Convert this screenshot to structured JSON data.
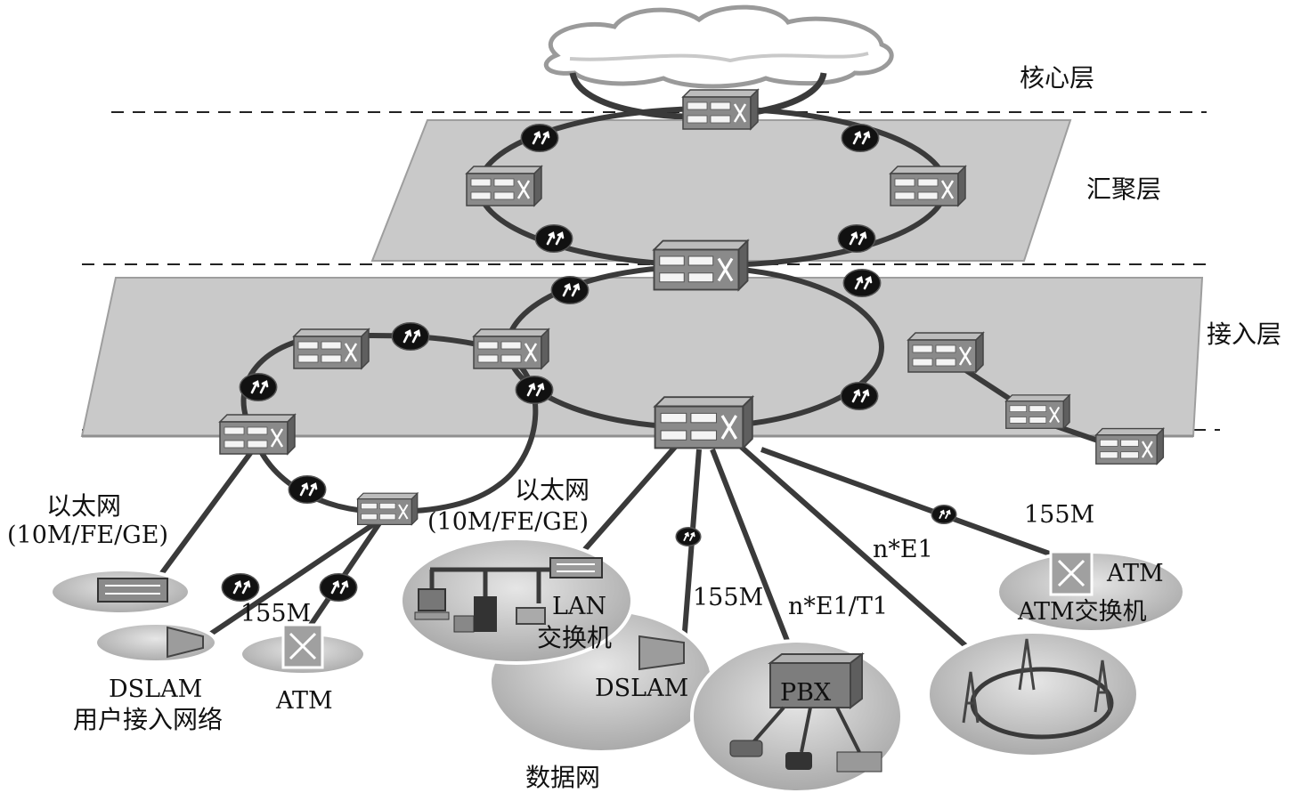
{
  "layers": {
    "core": "核心层",
    "aggregation": "汇聚层",
    "access": "接入层"
  },
  "labels": {
    "ethernet_left_cn": "以太网",
    "ethernet_left_en": "(10M/FE/GE)",
    "ethernet_mid_cn": "以太网",
    "ethernet_mid_en": "(10M/FE/GE)",
    "dslam_left": "DSLAM",
    "user_access_net": "用户接入网络",
    "atm_left": "ATM",
    "rate_155m_left": "155M",
    "lan_switch_1": "LAN",
    "lan_switch_2": "交换机",
    "dslam_mid": "DSLAM",
    "rate_155m_mid": "155M",
    "data_net": "数据网",
    "ne1t1": "n*E1/T1",
    "pbx": "PBX",
    "ne1": "n*E1",
    "rate_155m_right": "155M",
    "atm_right": "ATM",
    "atm_switch": "ATM交换机"
  },
  "colors": {
    "plane": "#c9c9c9",
    "line": "#3a3a3a",
    "switch_body": "#8a8a8a",
    "router": "#111111",
    "pbx_box": "#7d7d7d"
  }
}
